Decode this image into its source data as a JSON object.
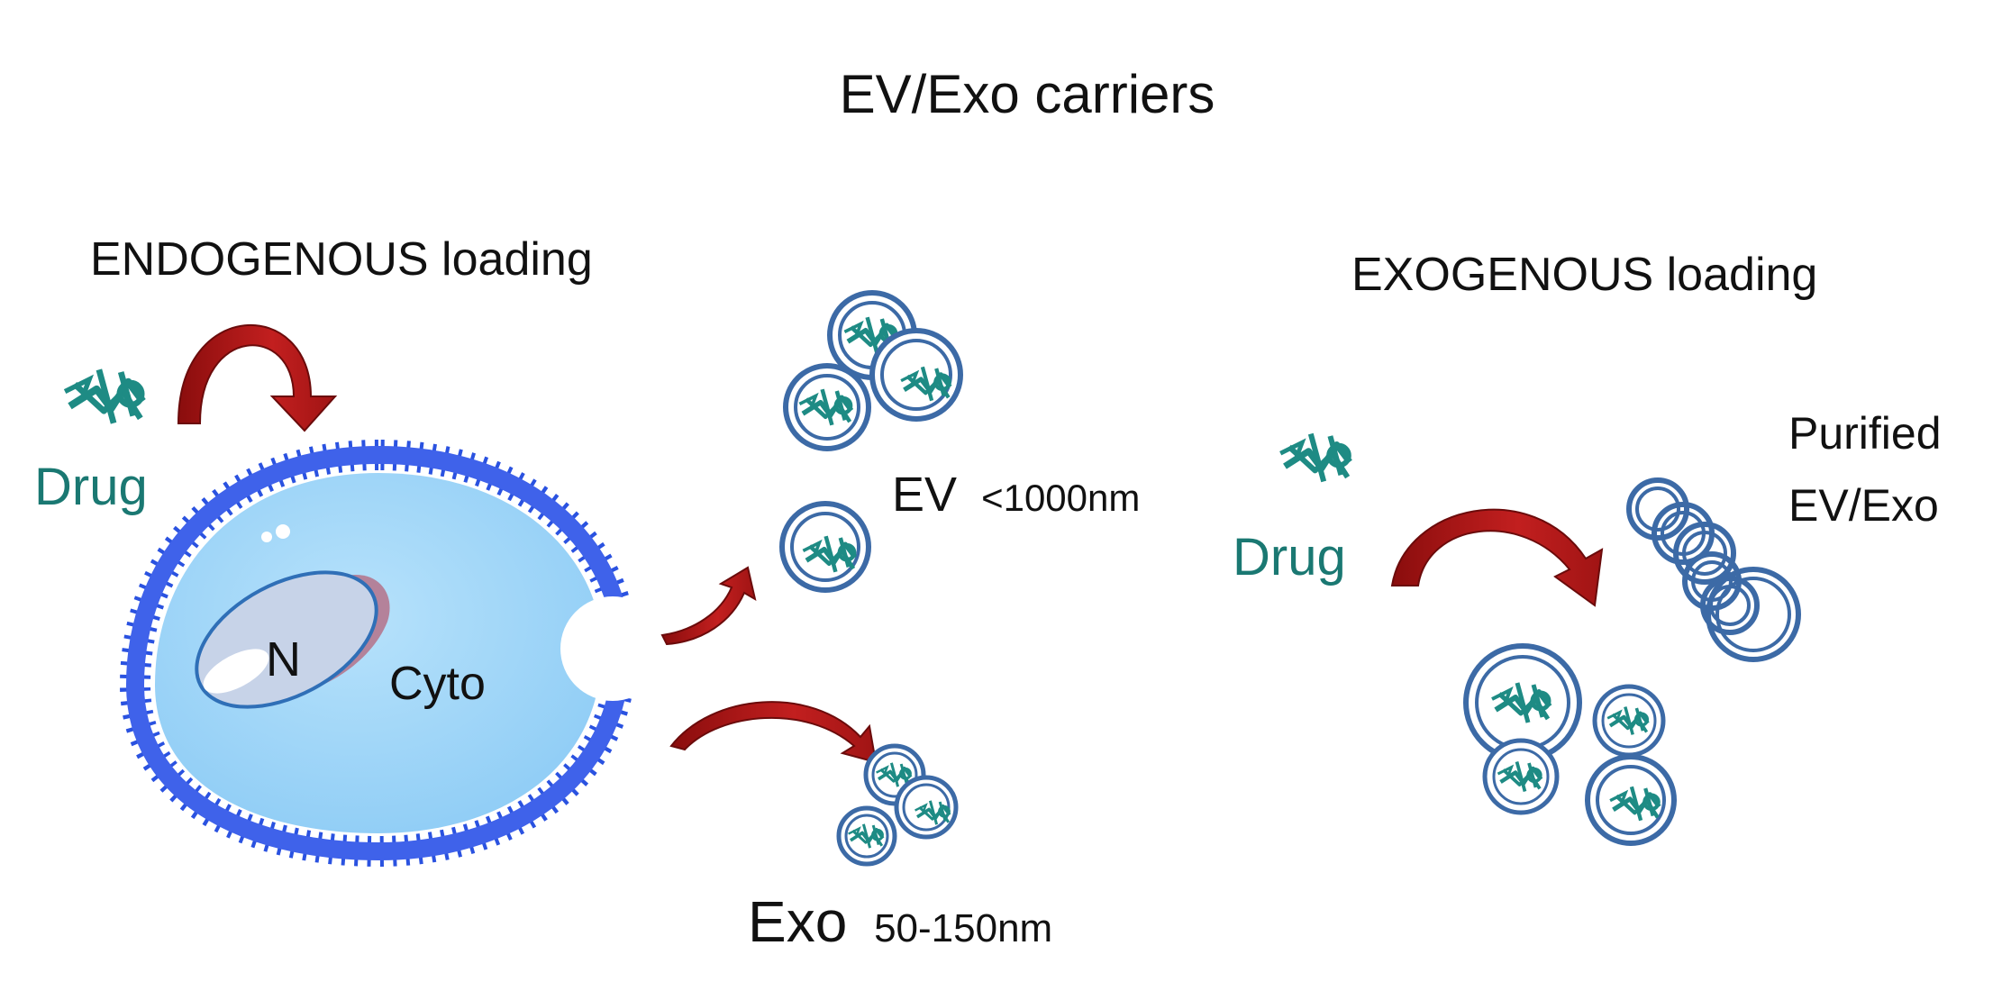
{
  "title": "EV/Exo carriers",
  "endogenous": {
    "heading": "ENDOGENOUS loading",
    "drug_label": "Drug",
    "nucleus_label": "N",
    "cytoplasm_label": "Cyto"
  },
  "ev": {
    "name": "EV",
    "size": "<1000nm"
  },
  "exo": {
    "name": "Exo",
    "size": "50-150nm"
  },
  "exogenous": {
    "heading": "EXOGENOUS loading",
    "drug_label": "Drug",
    "purified_line1": "Purified",
    "purified_line2": "EV/Exo"
  },
  "colors": {
    "membrane": "#2a52e0",
    "cytoplasm": "#9fd3f7",
    "nucleus": "#c7d3e8",
    "nucleus_outline": "#2f6fb7",
    "vesicle_ring": "#3c6aa6",
    "drug": "#1e8b84",
    "drug_text": "#1a7872",
    "arrow": "#a01414",
    "text": "#111111"
  }
}
